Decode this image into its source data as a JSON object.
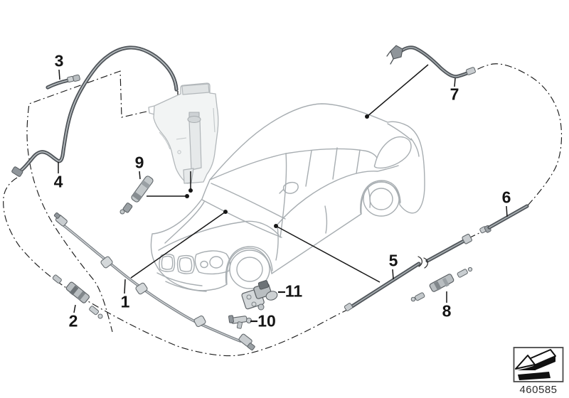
{
  "diagram": {
    "type": "vehicle-parts-diagram",
    "drawing_number": "460585",
    "part_labels": [
      {
        "num": "1"
      },
      {
        "num": "2"
      },
      {
        "num": "3"
      },
      {
        "num": "4"
      },
      {
        "num": "5"
      },
      {
        "num": "6"
      },
      {
        "num": "7"
      },
      {
        "num": "8"
      },
      {
        "num": "9"
      },
      {
        "num": "10"
      },
      {
        "num": "11"
      }
    ],
    "icons": {
      "corner_icon": "direction-arrow-icon"
    },
    "colors": {
      "background": "#ffffff",
      "car_line": "#a7adb1",
      "hose_dark": "#50555a",
      "hose_mid": "#7f858a",
      "part_light": "#cdd1d3",
      "label_text": "#151515",
      "leader_line": "#161616"
    }
  }
}
